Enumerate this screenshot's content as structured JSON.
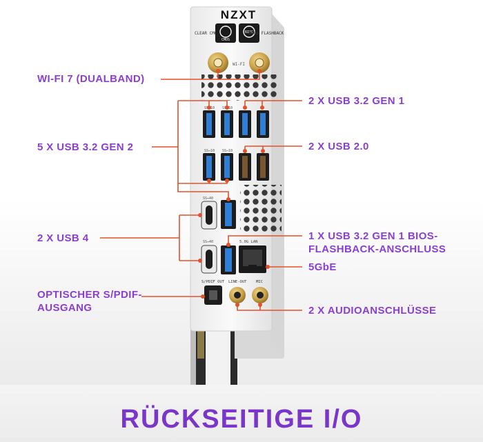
{
  "panel": {
    "brand": "NZXT",
    "clear_cmos_label": "CLEAR CMOS",
    "clear_cmos_button_text": "CMOS",
    "bios_flashback_label": "BIOS FLASHBACK",
    "bios_button_text": "BIOS",
    "wifi_label": "WI-FI",
    "port_labels": {
      "usb_10_a": "SS↔10",
      "usb_10_b": "SS↔10",
      "usb_10_c": "SS↔10",
      "usb_10_d": "SS↔10",
      "usb4_a": "SS↔40",
      "usb4_b": "SS↔40",
      "spdif_out": "S/PDIF OUT",
      "line_out": "LINE-OUT",
      "mic": "MIC",
      "lan": "5.0G LAN"
    }
  },
  "callouts": {
    "wifi": "WI-FI 7 (DUALBAND)",
    "usb32_gen1": "2 X USB 3.2 GEN 1",
    "usb32_gen2": "5 X USB 3.2 GEN 2",
    "usb20": "2 X USB 2.0",
    "usb4": "2 X USB 4",
    "bios_flashback_port": "1 X USB 3.2 GEN 1 BIOS-FLASHBACK-ANSCHLUSS",
    "lan": "5GbE",
    "spdif": "OPTISCHER S/PDIF-AUSGANG",
    "audio": "2 X AUDIOANSCHLÜSSE"
  },
  "footer": {
    "title": "RÜCKSEITIGE I/O"
  },
  "colors": {
    "accent_purple": "#8a3fd1",
    "leader_line": "#e0522a",
    "usb3_blue": "#2f7fd6",
    "gold": "#c9a24a"
  }
}
